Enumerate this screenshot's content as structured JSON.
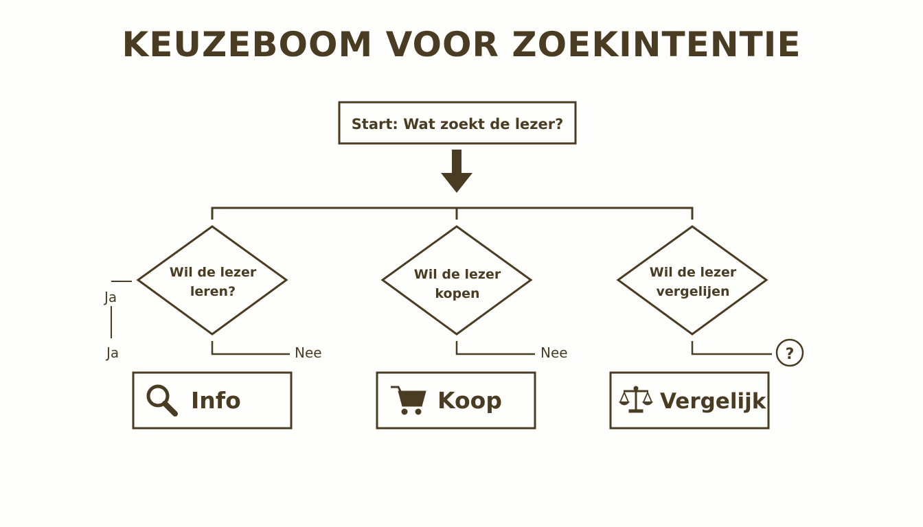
{
  "title": "KEUZEBOOM VOOR ZOEKINTENTIE",
  "start": {
    "label": "Start: Wat zoekt de lezer?"
  },
  "colors": {
    "ink": "#4a3c22",
    "background": "#fefefc"
  },
  "branches": [
    {
      "question_line1": "Wil de lezer",
      "question_line2": "leren?",
      "no_label": "Nee",
      "result_label": "Info",
      "result_icon": "search-icon"
    },
    {
      "question_line1": "Wil de lezer",
      "question_line2": "kopen",
      "no_label": "Nee",
      "result_label": "Koop",
      "result_icon": "cart-icon"
    },
    {
      "question_line1": "Wil de lezer",
      "question_line2": "vergelijen",
      "no_label": "?",
      "result_label": "Vergelijk",
      "result_icon": "scales-icon"
    }
  ],
  "yes_labels": [
    "Ja",
    "Ja"
  ]
}
